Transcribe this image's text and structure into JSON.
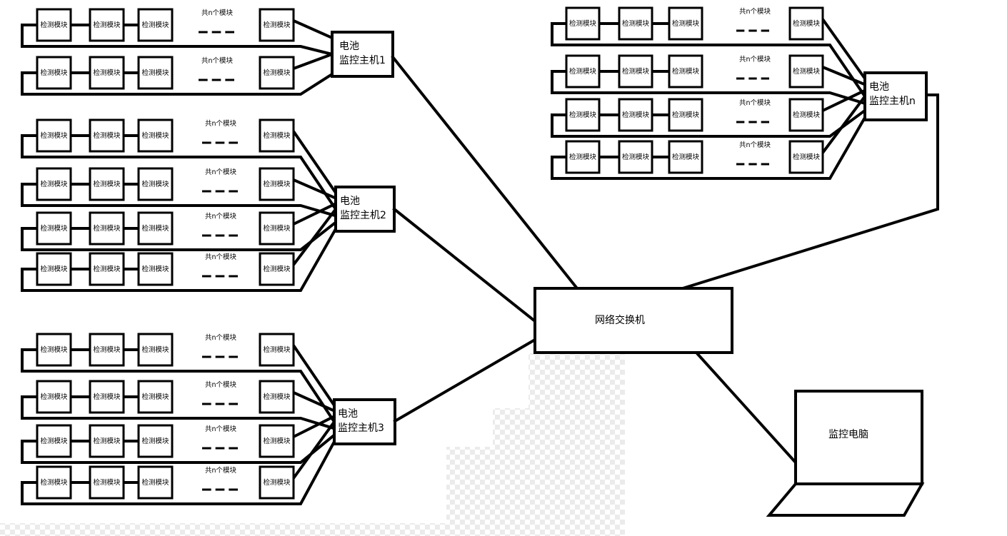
{
  "module_label": "检测模块",
  "count_label": "共n个模块",
  "hosts": [
    {
      "line1": "电池",
      "line2": "监控主机1",
      "strings": 2
    },
    {
      "line1": "电池",
      "line2": "监控主机2",
      "strings": 4
    },
    {
      "line1": "电池",
      "line2": "监控主机3",
      "strings": 4
    },
    {
      "line1": "电池",
      "line2": "监控主机n",
      "strings": 4
    }
  ],
  "switch_label": "网络交换机",
  "pc_label": "监控电脑"
}
